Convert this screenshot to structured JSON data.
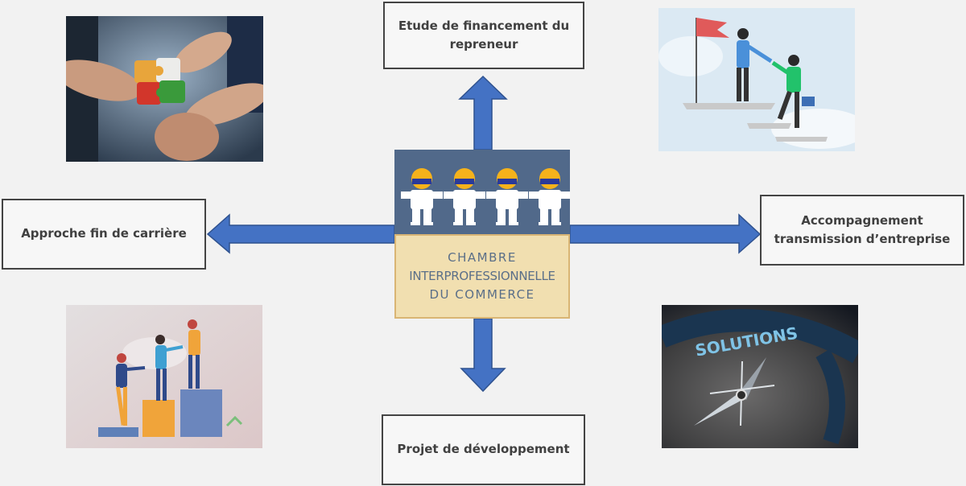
{
  "center": {
    "logo_lines": [
      "CHAMBRE",
      "INTERPROFESSIONNELLE",
      "DU  COMMERCE"
    ],
    "colors": {
      "top": "#51698a",
      "bottom": "#f1dfb0",
      "head": "#f5b21b"
    }
  },
  "boxes": {
    "top": {
      "lines": [
        "Etude de financement du",
        "repreneur"
      ]
    },
    "left": {
      "lines": [
        "Approche fin de carrière"
      ]
    },
    "right": {
      "lines": [
        "Accompagnement",
        "transmission d’entreprise"
      ]
    },
    "bottom": {
      "lines": [
        "Projet de développement"
      ]
    }
  },
  "images": {
    "top_left": {
      "subject": "hands-puzzle-pieces-image"
    },
    "top_right": {
      "subject": "helping-hand-climb-steps-image"
    },
    "bottom_left": {
      "subject": "people-climbing-blocks-image"
    },
    "bottom_right": {
      "subject": "solutions-compass-image",
      "text": "SOLUTIONS"
    }
  },
  "arrow_color": "#4472c4"
}
